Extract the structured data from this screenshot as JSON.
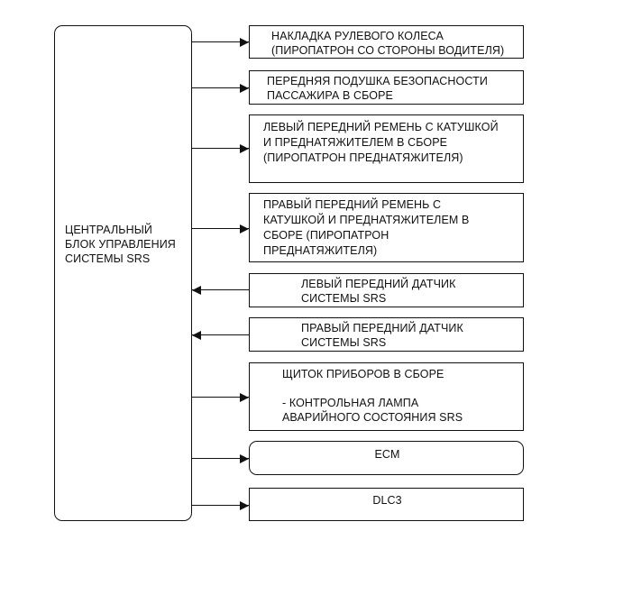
{
  "central_unit": {
    "lines": [
      "ЦЕНТРАЛЬНЫЙ",
      "БЛОК УПРАВЛЕНИЯ",
      "СИСТЕМЫ SRS"
    ]
  },
  "components": [
    {
      "id": "steering-wheel-pad",
      "lines": [
        "НАКЛАДКА РУЛЕВОГО КОЛЕСА",
        "(ПИРОПАТРОН СО СТОРОНЫ ВОДИТЕЛЯ)"
      ],
      "direction": "output"
    },
    {
      "id": "passenger-airbag",
      "lines": [
        "ПЕРЕДНЯЯ ПОДУШКА БЕЗОПАСНОСТИ",
        "ПАССАЖИРА В СБОРЕ"
      ],
      "direction": "output"
    },
    {
      "id": "left-front-belt",
      "lines": [
        "ЛЕВЫЙ ПЕРЕДНИЙ РЕМЕНЬ С КАТУШКОЙ",
        "И ПРЕДНАТЯЖИТЕЛЕМ В СБОРЕ",
        "(ПИРОПАТРОН ПРЕДНАТЯЖИТЕЛЯ)"
      ],
      "direction": "output"
    },
    {
      "id": "right-front-belt",
      "lines": [
        "ПРАВЫЙ ПЕРЕДНИЙ РЕМЕНЬ С",
        "КАТУШКОЙ И ПРЕДНАТЯЖИТЕЛЕМ В",
        "СБОРЕ (ПИРОПАТРОН",
        "ПРЕДНАТЯЖИТЕЛЯ)"
      ],
      "direction": "output"
    },
    {
      "id": "left-front-sensor",
      "lines": [
        "ЛЕВЫЙ ПЕРЕДНИЙ ДАТЧИК",
        "СИСТЕМЫ SRS"
      ],
      "direction": "input"
    },
    {
      "id": "right-front-sensor",
      "lines": [
        "ПРАВЫЙ ПЕРЕДНИЙ ДАТЧИК",
        "СИСТЕМЫ SRS"
      ],
      "direction": "input"
    },
    {
      "id": "instrument-panel",
      "lines": [
        "ЩИТОК ПРИБОРОВ В СБОРЕ",
        "",
        "- КОНТРОЛЬНАЯ ЛАМПА",
        "АВАРИЙНОГО СОСТОЯНИЯ SRS"
      ],
      "direction": "output"
    },
    {
      "id": "ecm",
      "lines": [
        "ECM"
      ],
      "direction": "output"
    },
    {
      "id": "dlc3",
      "lines": [
        "DLC3"
      ],
      "direction": "output"
    }
  ]
}
